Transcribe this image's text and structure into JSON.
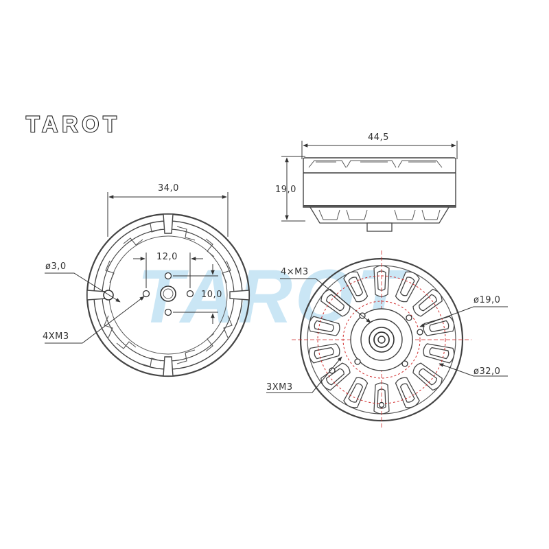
{
  "brand": {
    "logo_text": "TAROT",
    "watermark_text": "TAROT"
  },
  "colors": {
    "line": "#444444",
    "dim_line": "#333333",
    "red_dashed": "#d02a2a",
    "watermark": "#9fd2ee"
  },
  "bottom_view": {
    "width_label": "34,0",
    "hole_spacing_x_label": "12,0",
    "hole_spacing_y_label": "10,0",
    "center_hole_label": "ø3,0",
    "mount_holes_label": "4XM3"
  },
  "side_view": {
    "width_label": "44,5",
    "height_label": "19,0"
  },
  "top_view": {
    "inner_holes_label": "4×M3",
    "outer_holes_label": "3XM3",
    "inner_circle_label": "ø19,0",
    "outer_circle_label": "ø32,0"
  }
}
